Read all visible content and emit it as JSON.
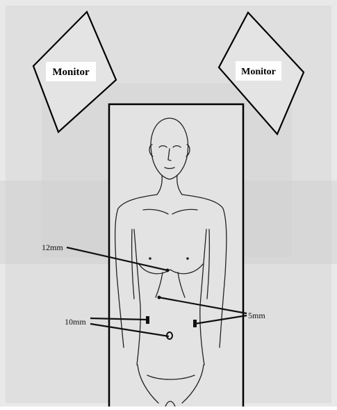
{
  "monitors": [
    {
      "label": "Monitor"
    },
    {
      "label": "Monitor"
    }
  ],
  "ports": {
    "label_12mm": "12mm",
    "label_10mm": "10mm",
    "label_5mm": "5mm"
  }
}
